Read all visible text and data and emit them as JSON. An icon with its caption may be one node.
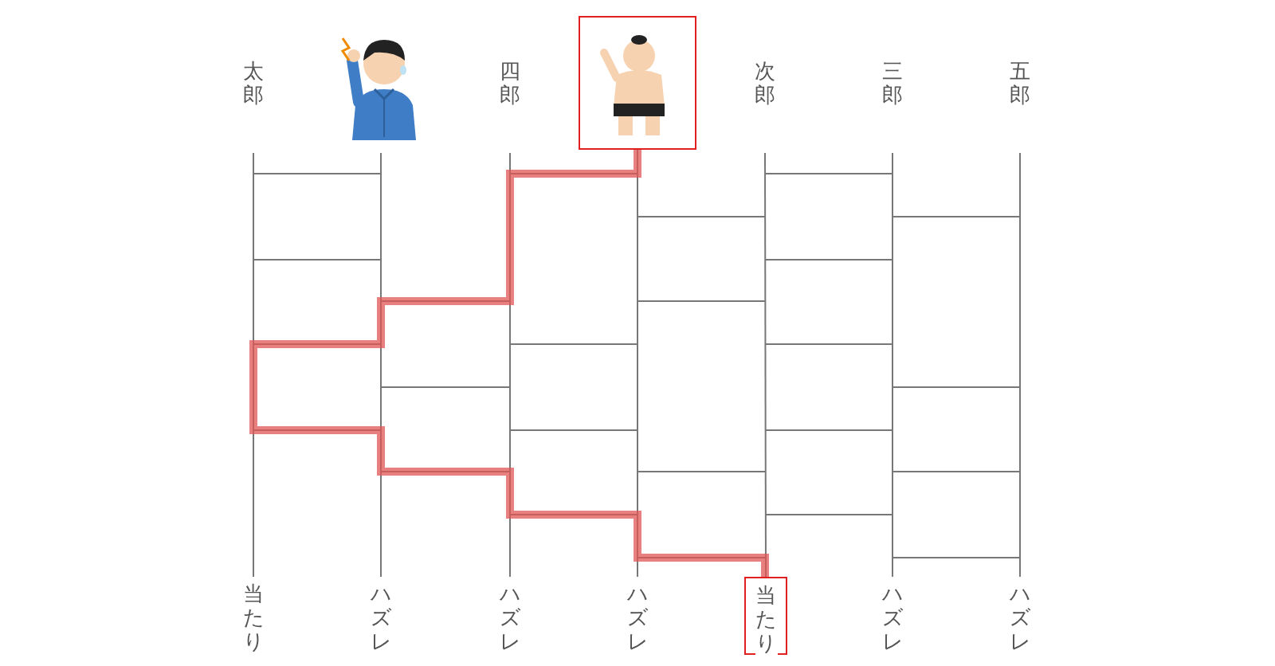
{
  "diagram": {
    "nodes": [
      {
        "text": [
          "太郎"
        ]
      },
      {
        "text": [],
        "shape": "picture"
      },
      {
        "text": [
          "四郎"
        ]
      },
      {
        "text": [],
        "shape": "picture"
      },
      {
        "text": [
          "次郎"
        ]
      },
      {
        "text": [
          "三郎"
        ]
      },
      {
        "text": [
          "五郎"
        ]
      },
      {
        "text": [
          "当たり"
        ]
      },
      {
        "text": [
          "ハズレ"
        ]
      },
      {
        "text": [
          "ハズレ"
        ]
      },
      {
        "text": [
          "ハズレ"
        ]
      },
      {
        "text": [
          "当たり"
        ]
      },
      {
        "text": [
          "ハズレ"
        ]
      },
      {
        "text": [
          "ハズレ"
        ]
      }
    ],
    "edges": [
      {
        "from": 0,
        "to": 7,
        "arrow": "none"
      },
      {
        "from": 1,
        "to": 8,
        "arrow": "none"
      },
      {
        "from": 2,
        "to": 9,
        "arrow": "none"
      },
      {
        "from": 3,
        "to": 10,
        "arrow": "none"
      },
      {
        "from": 4,
        "to": 11,
        "arrow": "none"
      },
      {
        "from": 5,
        "to": 12,
        "arrow": "none"
      },
      {
        "from": 6,
        "to": 13,
        "arrow": "none"
      },
      {
        "from": 3,
        "to": 11,
        "arrow": "none",
        "style": "thick",
        "color": "#e05555"
      }
    ]
  }
}
